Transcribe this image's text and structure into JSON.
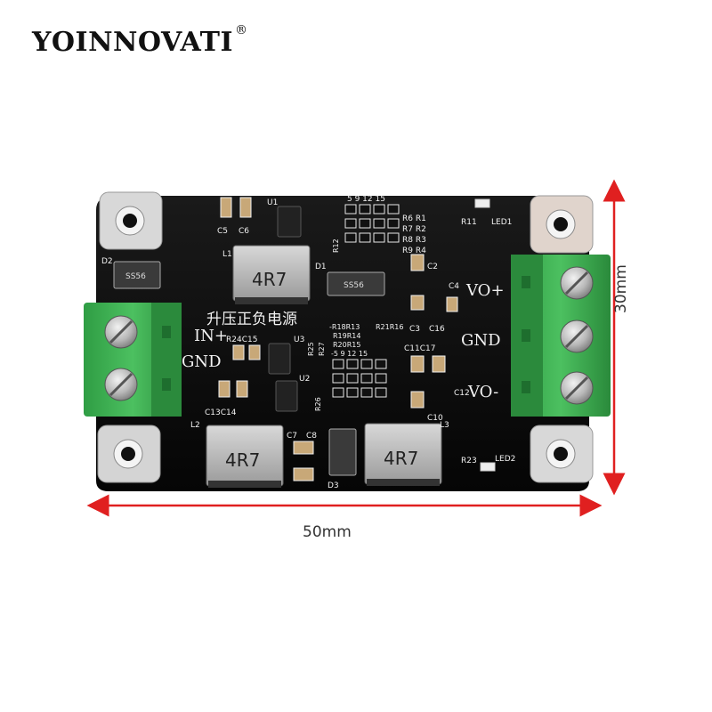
{
  "brand": {
    "name": "YOINNOVATI",
    "mark": "®"
  },
  "dimensions": {
    "width_label": "50mm",
    "height_label": "30mm"
  },
  "board": {
    "title_cn": "升压正负电源",
    "input_labels": [
      "IN+",
      "GND"
    ],
    "output_labels": [
      "VO+",
      "GND",
      "VO-"
    ],
    "inductor_marking": "4R7",
    "diode_marking": "SS56",
    "silkscreen": {
      "u1": "U1",
      "u2": "U2",
      "u3": "U3",
      "l1": "L1",
      "l2": "L2",
      "l3": "L3",
      "d1": "D1",
      "d2": "D2",
      "d3": "D3",
      "c2": "C2",
      "c3": "C3",
      "c4": "C4",
      "c5": "C5",
      "c6": "C6",
      "c7": "C7",
      "c8": "C8",
      "c10": "C10",
      "c11c17": "C11C17",
      "c12": "C12",
      "c13c14": "C13C14",
      "c16": "C16",
      "r24c15": "R24C15",
      "r11": "R11",
      "led1": "LED1",
      "r23": "R23",
      "led2": "LED2",
      "r12": "R12",
      "r1r6": "R6 R1",
      "r7r2": "R7 R2",
      "r8r3": "R8 R3",
      "r9r4": "R9 R4",
      "r26": "R26",
      "r25": "R25",
      "r27": "R27",
      "r18r13": "-R18R13",
      "r19r14": "R19R14",
      "r20r15": "R20R15",
      "r21r16": "R21R16",
      "scale_top": "5 9 12 15",
      "scale_mid": "-5 9 12 15"
    }
  }
}
